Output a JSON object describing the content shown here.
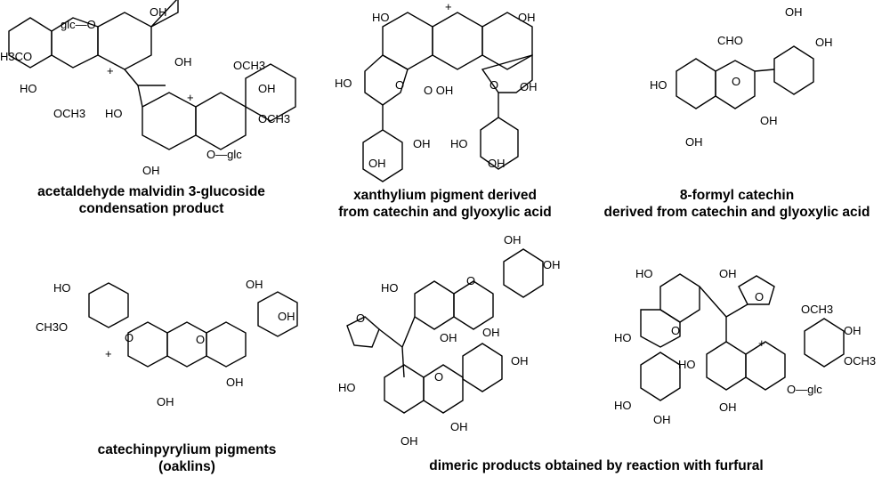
{
  "panels": [
    {
      "caption_lines": [
        "acetaldehyde malvidin 3-glucoside",
        "condensation product"
      ]
    },
    {
      "caption_lines": [
        "xanthylium pigment derived",
        "from catechin and glyoxylic acid"
      ]
    },
    {
      "caption_lines": [
        "8-formyl catechin",
        "derived from catechin and glyoxylic acid"
      ]
    },
    {
      "caption_lines": [
        "catechinpyrylium pigments",
        "(oaklins)"
      ]
    },
    {
      "caption_lines": [
        "dimeric products obtained by reaction with furfural"
      ]
    }
  ],
  "atom_labels": {
    "oh": "OH",
    "ho": "HO",
    "o": "O",
    "och3": "OCH3",
    "h3co": "H3CO",
    "ch3o": "CH3O",
    "cho": "CHO",
    "cooh": "O OH",
    "glc_left": "glc—O",
    "glc_right": "O—glc",
    "plus": "+"
  }
}
